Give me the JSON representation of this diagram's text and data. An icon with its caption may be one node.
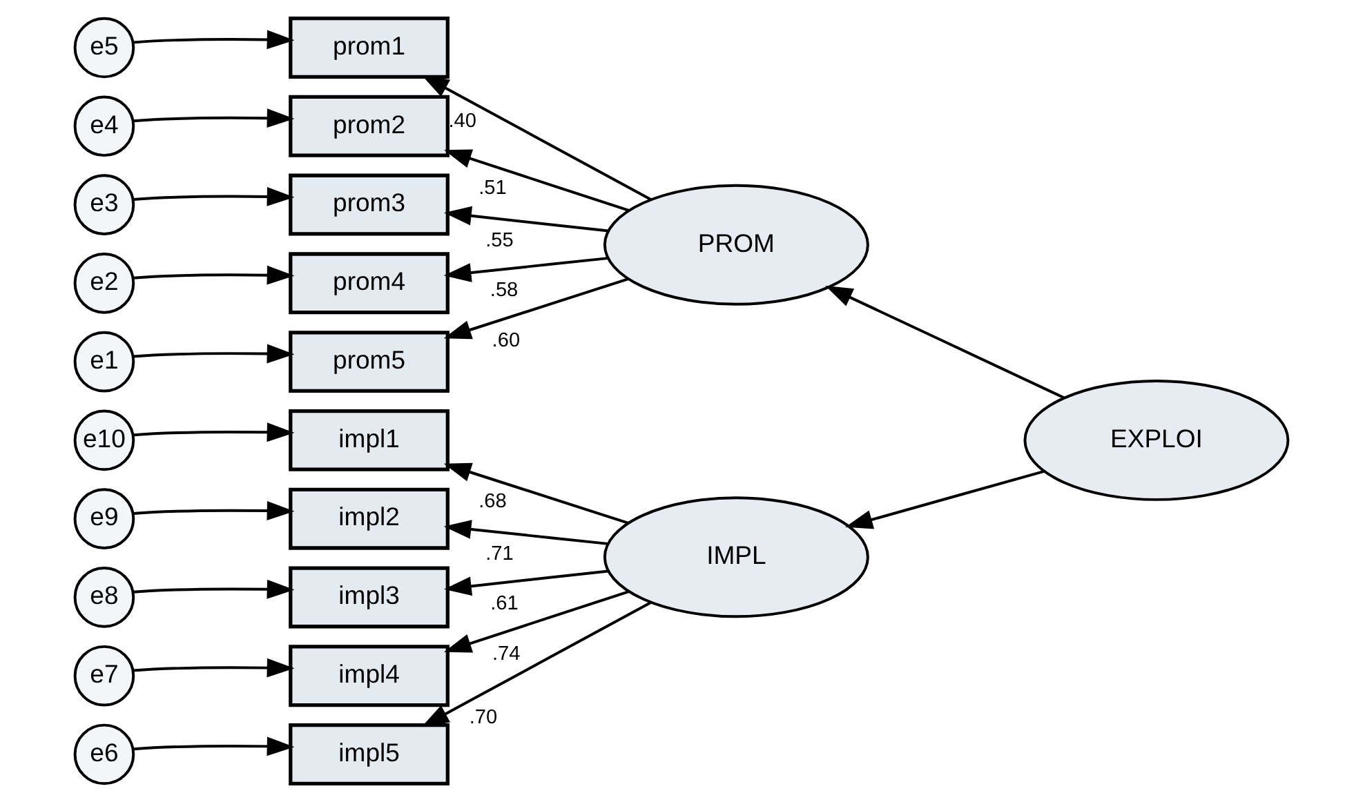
{
  "diagram": {
    "nodes": [
      {
        "text": [
          "e5"
        ]
      },
      {
        "text": [
          "e4"
        ]
      },
      {
        "text": [
          "e3"
        ]
      },
      {
        "text": [
          "e2"
        ]
      },
      {
        "text": [
          "e1"
        ]
      },
      {
        "text": [
          "prom1"
        ]
      },
      {
        "text": [
          "prom2"
        ]
      },
      {
        "text": [
          "prom3"
        ]
      },
      {
        "text": [
          "prom4"
        ]
      },
      {
        "text": [
          "prom5"
        ]
      },
      {
        "text": [
          "PROM"
        ]
      },
      {
        "text": [
          "EXPLOI"
        ]
      },
      {
        "text": [
          "e10"
        ]
      },
      {
        "text": [
          "e9"
        ]
      },
      {
        "text": [
          "e8"
        ]
      },
      {
        "text": [
          "e7"
        ]
      },
      {
        "text": [
          "e6"
        ]
      },
      {
        "text": [
          "impl1"
        ]
      },
      {
        "text": [
          "impl2"
        ]
      },
      {
        "text": [
          "impl3"
        ]
      },
      {
        "text": [
          "impl4"
        ]
      },
      {
        "text": [
          "impl5"
        ]
      },
      {
        "text": [
          "IMPL"
        ]
      }
    ],
    "edges": [
      {
        "from": 0,
        "to": 5,
        "arrow": "to"
      },
      {
        "from": 1,
        "to": 6,
        "arrow": "to"
      },
      {
        "from": 2,
        "to": 7,
        "arrow": "to"
      },
      {
        "from": 3,
        "to": 8,
        "arrow": "to"
      },
      {
        "from": 4,
        "to": 9,
        "arrow": "to"
      },
      {
        "from": 10,
        "to": 5,
        "arrow": "to",
        "label": ".40"
      },
      {
        "from": 10,
        "to": 6,
        "arrow": "to",
        "label": ".51"
      },
      {
        "from": 10,
        "to": 7,
        "arrow": "to",
        "label": ".55"
      },
      {
        "from": 10,
        "to": 8,
        "arrow": "to",
        "label": ".58"
      },
      {
        "from": 10,
        "to": 9,
        "arrow": "to",
        "label": ".60"
      },
      {
        "from": 11,
        "to": 10,
        "arrow": "to"
      },
      {
        "from": 11,
        "to": 22,
        "arrow": "to"
      },
      {
        "from": 12,
        "to": 17,
        "arrow": "to"
      },
      {
        "from": 13,
        "to": 18,
        "arrow": "to"
      },
      {
        "from": 14,
        "to": 19,
        "arrow": "to"
      },
      {
        "from": 15,
        "to": 20,
        "arrow": "to"
      },
      {
        "from": 16,
        "to": 21,
        "arrow": "to"
      },
      {
        "from": 22,
        "to": 17,
        "arrow": "to",
        "label": ".68"
      },
      {
        "from": 22,
        "to": 18,
        "arrow": "to",
        "label": ".71"
      },
      {
        "from": 22,
        "to": 19,
        "arrow": "to",
        "label": ".61"
      },
      {
        "from": 22,
        "to": 20,
        "arrow": "to",
        "label": ".74"
      },
      {
        "from": 22,
        "to": 21,
        "arrow": "to",
        "label": ".70"
      }
    ]
  }
}
